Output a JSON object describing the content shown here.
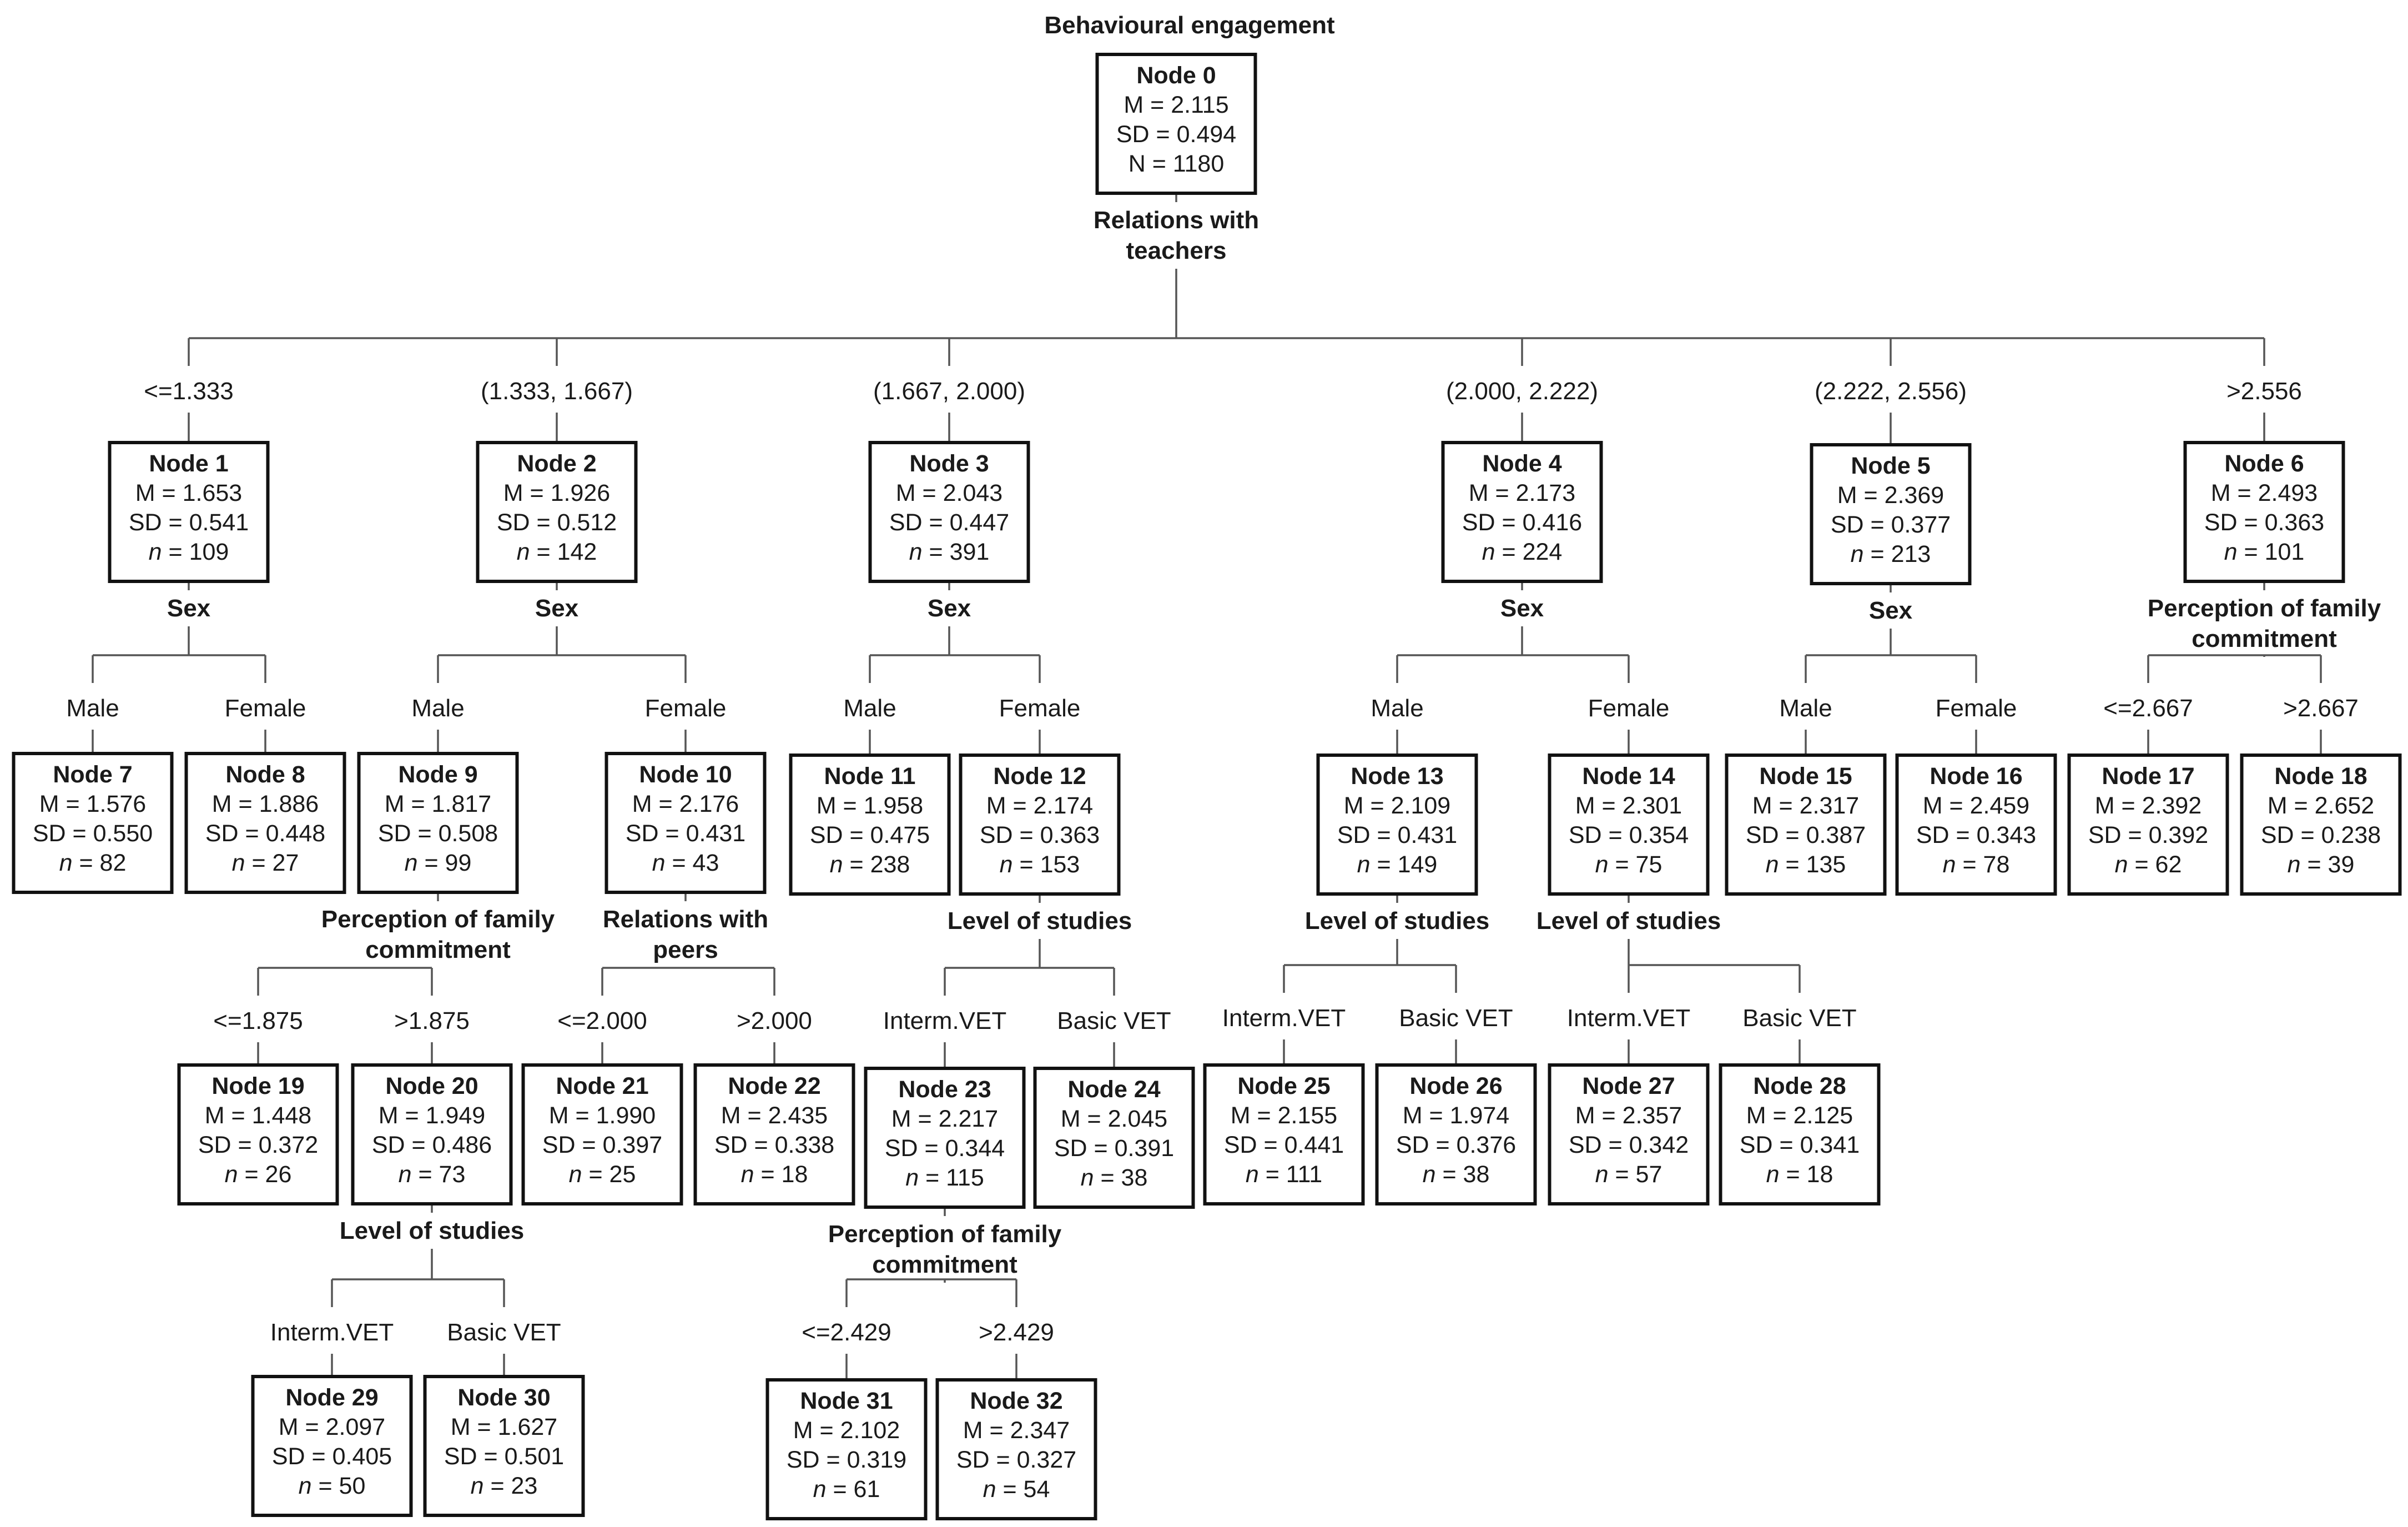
{
  "title": "Behavioural engagement",
  "nodes": [
    {
      "id": "0",
      "label": "Node 0",
      "m": "M = 2.115",
      "sd": "SD = 0.494",
      "size_label": "N = ",
      "size": "1180"
    },
    {
      "id": "1",
      "label": "Node 1",
      "m": "M = 1.653",
      "sd": "SD = 0.541",
      "size_label": "n = ",
      "size": "109"
    },
    {
      "id": "2",
      "label": "Node 2",
      "m": "M = 1.926",
      "sd": "SD = 0.512",
      "size_label": "n = ",
      "size": "142"
    },
    {
      "id": "3",
      "label": "Node 3",
      "m": "M = 2.043",
      "sd": "SD = 0.447",
      "size_label": "n = ",
      "size": "391"
    },
    {
      "id": "4",
      "label": "Node 4",
      "m": "M = 2.173",
      "sd": "SD = 0.416",
      "size_label": "n = ",
      "size": "224"
    },
    {
      "id": "5",
      "label": "Node 5",
      "m": "M = 2.369",
      "sd": "SD = 0.377",
      "size_label": "n = ",
      "size": "213"
    },
    {
      "id": "6",
      "label": "Node 6",
      "m": "M = 2.493",
      "sd": "SD = 0.363",
      "size_label": "n = ",
      "size": "101"
    },
    {
      "id": "7",
      "label": "Node 7",
      "m": "M = 1.576",
      "sd": "SD = 0.550",
      "size_label": "n = ",
      "size": "82"
    },
    {
      "id": "8",
      "label": "Node 8",
      "m": "M = 1.886",
      "sd": "SD = 0.448",
      "size_label": "n = ",
      "size": "27"
    },
    {
      "id": "9",
      "label": "Node 9",
      "m": "M = 1.817",
      "sd": "SD = 0.508",
      "size_label": "n = ",
      "size": "99"
    },
    {
      "id": "10",
      "label": "Node 10",
      "m": "M = 2.176",
      "sd": "SD = 0.431",
      "size_label": "n = ",
      "size": "43"
    },
    {
      "id": "11",
      "label": "Node 11",
      "m": "M = 1.958",
      "sd": "SD = 0.475",
      "size_label": "n = ",
      "size": "238"
    },
    {
      "id": "12",
      "label": "Node 12",
      "m": "M = 2.174",
      "sd": "SD = 0.363",
      "size_label": "n = ",
      "size": "153"
    },
    {
      "id": "13",
      "label": "Node 13",
      "m": "M = 2.109",
      "sd": "SD = 0.431",
      "size_label": "n = ",
      "size": "149"
    },
    {
      "id": "14",
      "label": "Node 14",
      "m": "M = 2.301",
      "sd": "SD = 0.354",
      "size_label": "n = ",
      "size": "75"
    },
    {
      "id": "15",
      "label": "Node 15",
      "m": "M = 2.317",
      "sd": "SD = 0.387",
      "size_label": "n = ",
      "size": "135"
    },
    {
      "id": "16",
      "label": "Node 16",
      "m": "M = 2.459",
      "sd": "SD = 0.343",
      "size_label": "n = ",
      "size": "78"
    },
    {
      "id": "17",
      "label": "Node 17",
      "m": "M = 2.392",
      "sd": "SD = 0.392",
      "size_label": "n = ",
      "size": "62"
    },
    {
      "id": "18",
      "label": "Node 18",
      "m": "M = 2.652",
      "sd": "SD = 0.238",
      "size_label": "n = ",
      "size": "39"
    },
    {
      "id": "19",
      "label": "Node 19",
      "m": "M = 1.448",
      "sd": "SD = 0.372",
      "size_label": "n = ",
      "size": "26"
    },
    {
      "id": "20",
      "label": "Node 20",
      "m": "M = 1.949",
      "sd": "SD = 0.486",
      "size_label": "n = ",
      "size": "73"
    },
    {
      "id": "21",
      "label": "Node 21",
      "m": "M = 1.990",
      "sd": "SD = 0.397",
      "size_label": "n = ",
      "size": "25"
    },
    {
      "id": "22",
      "label": "Node 22",
      "m": "M = 2.435",
      "sd": "SD = 0.338",
      "size_label": "n = ",
      "size": "18"
    },
    {
      "id": "23",
      "label": "Node 23",
      "m": "M = 2.217",
      "sd": "SD = 0.344",
      "size_label": "n = ",
      "size": "115"
    },
    {
      "id": "24",
      "label": "Node 24",
      "m": "M = 2.045",
      "sd": "SD = 0.391",
      "size_label": "n = ",
      "size": "38"
    },
    {
      "id": "25",
      "label": "Node 25",
      "m": "M = 2.155",
      "sd": "SD = 0.441",
      "size_label": "n = ",
      "size": "111"
    },
    {
      "id": "26",
      "label": "Node 26",
      "m": "M = 1.974",
      "sd": "SD = 0.376",
      "size_label": "n = ",
      "size": "38"
    },
    {
      "id": "27",
      "label": "Node 27",
      "m": "M = 2.357",
      "sd": "SD = 0.342",
      "size_label": "n = ",
      "size": "57"
    },
    {
      "id": "28",
      "label": "Node 28",
      "m": "M = 2.125",
      "sd": "SD = 0.341",
      "size_label": "n = ",
      "size": "18"
    },
    {
      "id": "29",
      "label": "Node 29",
      "m": "M = 2.097",
      "sd": "SD = 0.405",
      "size_label": "n = ",
      "size": "50"
    },
    {
      "id": "30",
      "label": "Node 30",
      "m": "M = 1.627",
      "sd": "SD = 0.501",
      "size_label": "n = ",
      "size": "23"
    },
    {
      "id": "31",
      "label": "Node 31",
      "m": "M = 2.102",
      "sd": "SD = 0.319",
      "size_label": "n = ",
      "size": "61"
    },
    {
      "id": "32",
      "label": "Node 32",
      "m": "M = 2.347",
      "sd": "SD = 0.327",
      "size_label": "n = ",
      "size": "54"
    }
  ],
  "splits": [
    {
      "parent": "0",
      "variable": [
        "Relations with",
        "teachers"
      ],
      "children": [
        {
          "node": "1",
          "label": "<=1.333"
        },
        {
          "node": "2",
          "label": "(1.333, 1.667)"
        },
        {
          "node": "3",
          "label": "(1.667, 2.000)"
        },
        {
          "node": "4",
          "label": "(2.000, 2.222)"
        },
        {
          "node": "5",
          "label": "(2.222, 2.556)"
        },
        {
          "node": "6",
          "label": ">2.556"
        }
      ]
    },
    {
      "parent": "1",
      "variable": [
        "Sex"
      ],
      "children": [
        {
          "node": "7",
          "label": "Male"
        },
        {
          "node": "8",
          "label": "Female"
        }
      ]
    },
    {
      "parent": "2",
      "variable": [
        "Sex"
      ],
      "children": [
        {
          "node": "9",
          "label": "Male"
        },
        {
          "node": "10",
          "label": "Female"
        }
      ]
    },
    {
      "parent": "3",
      "variable": [
        "Sex"
      ],
      "children": [
        {
          "node": "11",
          "label": "Male"
        },
        {
          "node": "12",
          "label": "Female"
        }
      ]
    },
    {
      "parent": "4",
      "variable": [
        "Sex"
      ],
      "children": [
        {
          "node": "13",
          "label": "Male"
        },
        {
          "node": "14",
          "label": "Female"
        }
      ]
    },
    {
      "parent": "5",
      "variable": [
        "Sex"
      ],
      "children": [
        {
          "node": "15",
          "label": "Male"
        },
        {
          "node": "16",
          "label": "Female"
        }
      ]
    },
    {
      "parent": "6",
      "variable": [
        "Perception of family",
        "commitment"
      ],
      "children": [
        {
          "node": "17",
          "label": "<=2.667"
        },
        {
          "node": "18",
          "label": ">2.667"
        }
      ]
    },
    {
      "parent": "9",
      "variable": [
        "Perception of family",
        "commitment"
      ],
      "children": [
        {
          "node": "19",
          "label": "<=1.875"
        },
        {
          "node": "20",
          "label": ">1.875"
        }
      ]
    },
    {
      "parent": "10",
      "variable": [
        "Relations with",
        "peers"
      ],
      "children": [
        {
          "node": "21",
          "label": "<=2.000"
        },
        {
          "node": "22",
          "label": ">2.000"
        }
      ]
    },
    {
      "parent": "12",
      "variable": [
        "Level of studies"
      ],
      "children": [
        {
          "node": "23",
          "label": "Interm.VET"
        },
        {
          "node": "24",
          "label": "Basic VET"
        }
      ]
    },
    {
      "parent": "13",
      "variable": [
        "Level of studies"
      ],
      "children": [
        {
          "node": "25",
          "label": "Interm.VET"
        },
        {
          "node": "26",
          "label": "Basic VET"
        }
      ]
    },
    {
      "parent": "14",
      "variable": [
        "Level of studies"
      ],
      "children": [
        {
          "node": "27",
          "label": "Interm.VET"
        },
        {
          "node": "28",
          "label": "Basic VET"
        }
      ]
    },
    {
      "parent": "20",
      "variable": [
        "Level of studies"
      ],
      "children": [
        {
          "node": "29",
          "label": "Interm.VET"
        },
        {
          "node": "30",
          "label": "Basic VET"
        }
      ]
    },
    {
      "parent": "23",
      "variable": [
        "Perception of family",
        "commitment"
      ],
      "children": [
        {
          "node": "31",
          "label": "<=2.429"
        },
        {
          "node": "32",
          "label": ">2.429"
        }
      ]
    }
  ]
}
